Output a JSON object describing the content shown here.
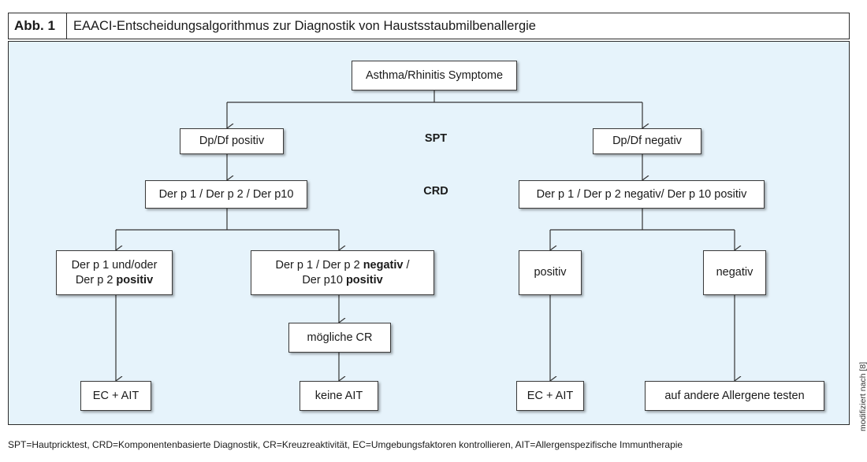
{
  "header": {
    "label": "Abb. 1",
    "title": "EAACI-Entscheidungsalgorithmus zur Diagnostik von Haustsstaubmilbenallergie"
  },
  "stages": {
    "spt": "SPT",
    "crd": "CRD"
  },
  "nodes": {
    "root": "Asthma/Rhinitis Symptome",
    "dp_pos": "Dp/Df positiv",
    "dp_neg": "Dp/Df negativ",
    "der_all": "Der p 1 / Der p 2 / Der p10",
    "der_neg_pos10": "Der p 1 / Der p 2 negativ/ Der p 10 positiv",
    "n1": {
      "line1": "Der p 1 und/oder",
      "line2_pre": "Der p 2 ",
      "line2_bold": "positiv"
    },
    "n2": {
      "line1_pre": "Der p 1 / Der p 2 ",
      "line1_bold": "negativ",
      "line1_post": " /",
      "line2_pre": "Der p10 ",
      "line2_bold": "positiv"
    },
    "positiv": "positiv",
    "negativ": "negativ",
    "cr": "mögliche CR",
    "ec_ait_left": "EC + AIT",
    "keine_ait": "keine AIT",
    "ec_ait_right": "EC + AIT",
    "andere": "auf andere Allergene testen"
  },
  "footnote": "SPT=Hautpricktest, CRD=Komponentenbasierte Diagnostik, CR=Kreuzreaktivität, EC=Umgebungsfaktoren kontrollieren, AIT=Allergenspezifische Immuntherapie",
  "side_note": "modifiziert nach [8]"
}
